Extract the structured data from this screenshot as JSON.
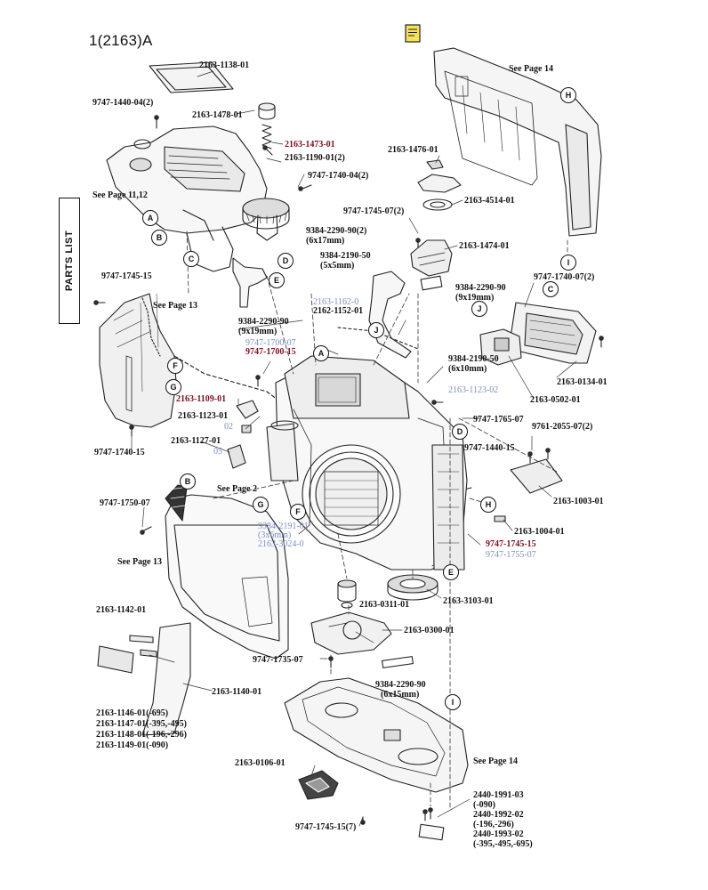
{
  "page": {
    "title": "1(2163)A",
    "side_tab": "PARTS LIST",
    "memo_icon": "note-icon"
  },
  "labels": {
    "p_2163_1138_01": "2163-1138-01",
    "p_9747_1440_04_2": "9747-1440-04(2)",
    "p_2163_1478_01": "2163-1478-01",
    "p_2163_1473_01": "2163-1473-01",
    "p_2163_1190_01_2": "2163-1190-01(2)",
    "p_9747_1740_04_2": "9747-1740-04(2)",
    "see_page_11_12": "See Page 11,12",
    "see_page_14_top": "See Page 14",
    "p_2163_1476_01": "2163-1476-01",
    "p_2163_4514_01": "2163-4514-01",
    "p_9747_1745_07_2": "9747-1745-07(2)",
    "p_9384_2290_90_2": "9384-2290-90(2)",
    "p_6x17mm": "(6x17mm)",
    "p_2163_1474_01": "2163-1474-01",
    "p_9384_2190_50_a": "9384-2190-50",
    "p_5x5mm": "(5x5mm)",
    "p_9747_1745_15_left": "9747-1745-15",
    "see_page_13_top": "See Page 13",
    "p_2163_1162_0_faint": "2163-1162-0",
    "p_2162_1152_01": "2162-1152-01",
    "p_9384_2290_90_a": "9384-2290-90",
    "p_9x19mm_a": "(9x19mm)",
    "p_9747_1700_faint": "9747-1700-07",
    "p_9747_1700_15": "9747-1700-15",
    "p_9384_2290_90_b": "9384-2290-90",
    "p_9x19mm_b": "(9x19mm)",
    "p_9747_1740_07_2": "9747-1740-07(2)",
    "p_9384_2190_50_b": "9384-2190-50",
    "p_6x10mm": "(6x10mm)",
    "p_2163_1123_faint": "2163-1123-02",
    "p_2163_0134_01": "2163-0134-01",
    "p_2163_1109_01": "2163-1109-01",
    "p_2163_1123_01": "2163-1123-01",
    "p_02_faint": "02",
    "p_2163_0502_01": "2163-0502-01",
    "p_9747_1765_07": "9747-1765-07",
    "p_9761_2055_07_2": "9761-2055-07(2)",
    "p_2163_1127_01": "2163-1127-01",
    "p_05_faint": "05",
    "p_9747_1440_15": "9747-1440-15",
    "p_9747_1740_15": "9747-1740-15",
    "see_page_2": "See Page 2",
    "p_2163_1003_01": "2163-1003-01",
    "p_9747_1750_07": "9747-1750-07",
    "p_9384_2191_faint": "9384-2191-01",
    "p_3x6mm_faint": "(3x6mm)",
    "p_2163_3024_faint": "2163-3024-0",
    "p_2163_1004_01": "2163-1004-01",
    "see_page_13_mid": "See Page 13",
    "p_9747_1745_15_red": "9747-1745-15",
    "p_9747_1755_faint": "9747-1755-07",
    "p_2163_0311_01": "2163-0311-01",
    "p_2163_3103_01": "2163-3103-01",
    "p_2163_1142_01": "2163-1142-01",
    "p_2163_0300_01": "2163-0300-01",
    "p_9747_1735_07": "9747-1735-07",
    "p_9384_2290_90_c": "9384-2290-90",
    "p_6x15mm": "(6x15mm)",
    "p_2163_1140_01": "2163-1140-01",
    "p_2163_1146_01": "2163-1146-01(-695)",
    "p_2163_1147_01": "2163-1147-01(-395,-495)",
    "p_2163_1148_01": "2163-1148-01(-196,-296)",
    "p_2163_1149_01": "2163-1149-01(-090)",
    "see_page_14_bottom": "See Page 14",
    "p_2163_0106_01": "2163-0106-01",
    "p_2440_1991_03": "2440-1991-03",
    "p_m090": "(-090)",
    "p_2440_1992_02": "2440-1992-02",
    "p_m196_296": "(-196,-296)",
    "p_2440_1993_02": "2440-1993-02",
    "p_m395_495_695": "(-395,-495,-695)",
    "p_9747_1745_15_7": "9747-1745-15(7)"
  },
  "callouts": {
    "a1": "A",
    "b1": "B",
    "c1": "C",
    "d1": "D",
    "e1": "E",
    "h1": "H",
    "i1": "I",
    "c2": "C",
    "j1": "J",
    "j2": "J",
    "a2": "A",
    "f1": "F",
    "g1": "G",
    "d2": "D",
    "b2": "B",
    "g2": "G",
    "f2": "F",
    "h2": "H",
    "e2": "E",
    "i2": "I"
  }
}
